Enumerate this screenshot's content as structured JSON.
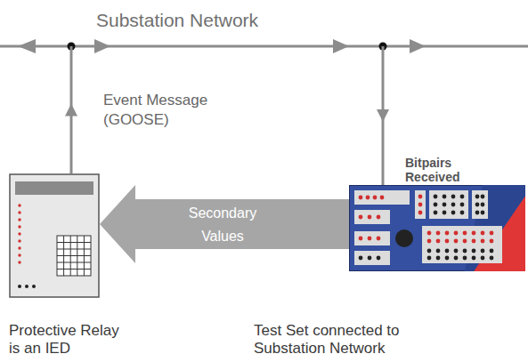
{
  "diagram": {
    "nodes": [
      {
        "text": [
          "Substation Network"
        ]
      },
      {
        "text": [
          "Protective Relay is an IED"
        ]
      },
      {
        "text": [
          "Test Set connected to Substation Network"
        ]
      }
    ],
    "edges": [
      {
        "from": 1,
        "to": 0,
        "label": "Event Message (GOOSE)",
        "arrow": "to"
      },
      {
        "from": 0,
        "to": 2,
        "label": "Bitpairs Received",
        "arrow": "to"
      },
      {
        "from": 2,
        "to": 1,
        "label": "Secondary Values",
        "arrow": "to"
      }
    ]
  }
}
